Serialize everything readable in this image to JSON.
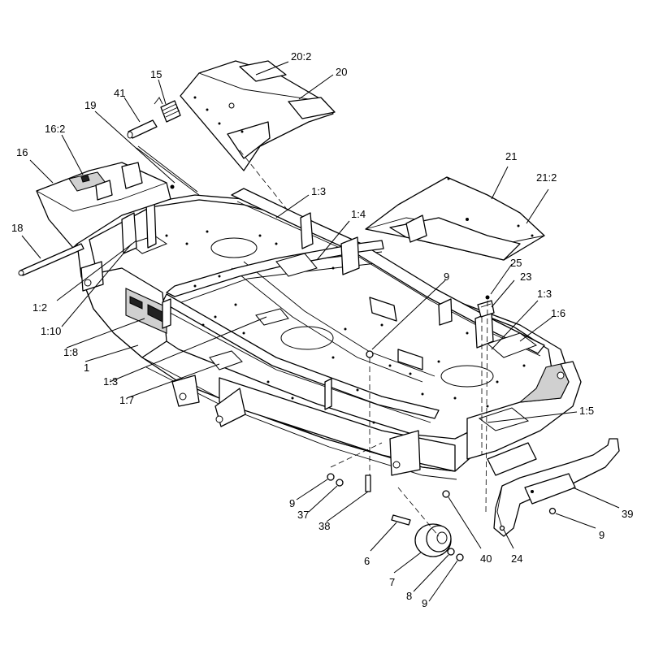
{
  "callouts": {
    "c_20_2": "20:2",
    "c_20": "20",
    "c_15": "15",
    "c_41": "41",
    "c_19": "19",
    "c_16_2": "16:2",
    "c_16": "16",
    "c_18": "18",
    "c_1_3a": "1:3",
    "c_1_4": "1:4",
    "c_21": "21",
    "c_21_2": "21:2",
    "c_25": "25",
    "c_23": "23",
    "c_9a": "9",
    "c_1_3b": "1:3",
    "c_1_6": "1:6",
    "c_1_2": "1:2",
    "c_1_10": "1:10",
    "c_1_8": "1:8",
    "c_1": "1",
    "c_1_3c": "1:3",
    "c_1_7": "1:7",
    "c_1_5": "1:5",
    "c_9b": "9",
    "c_37": "37",
    "c_38": "38",
    "c_6": "6",
    "c_7": "7",
    "c_8": "8",
    "c_9c": "9",
    "c_40": "40",
    "c_24": "24",
    "c_9d": "9",
    "c_39": "39"
  }
}
